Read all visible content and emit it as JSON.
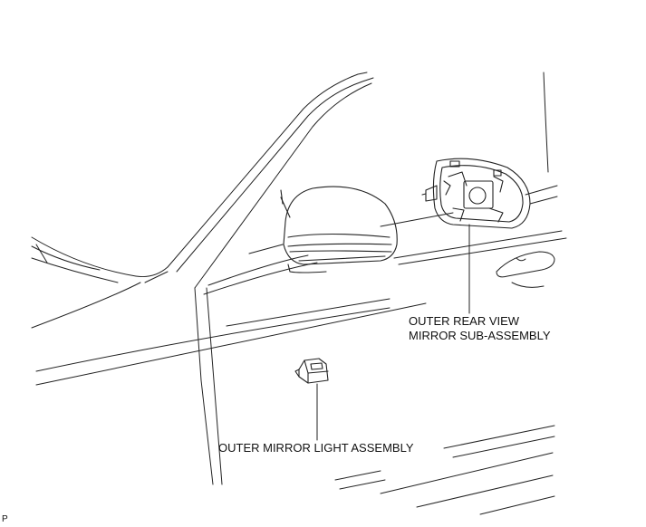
{
  "labels": {
    "mirror_subassembly_line1": "OUTER REAR VIEW",
    "mirror_subassembly_line2": "MIRROR SUB-ASSEMBLY",
    "mirror_light_assembly": "OUTER MIRROR LIGHT ASSEMBLY",
    "figure_code": "P"
  },
  "colors": {
    "line": "#222222",
    "background": "#ffffff"
  }
}
